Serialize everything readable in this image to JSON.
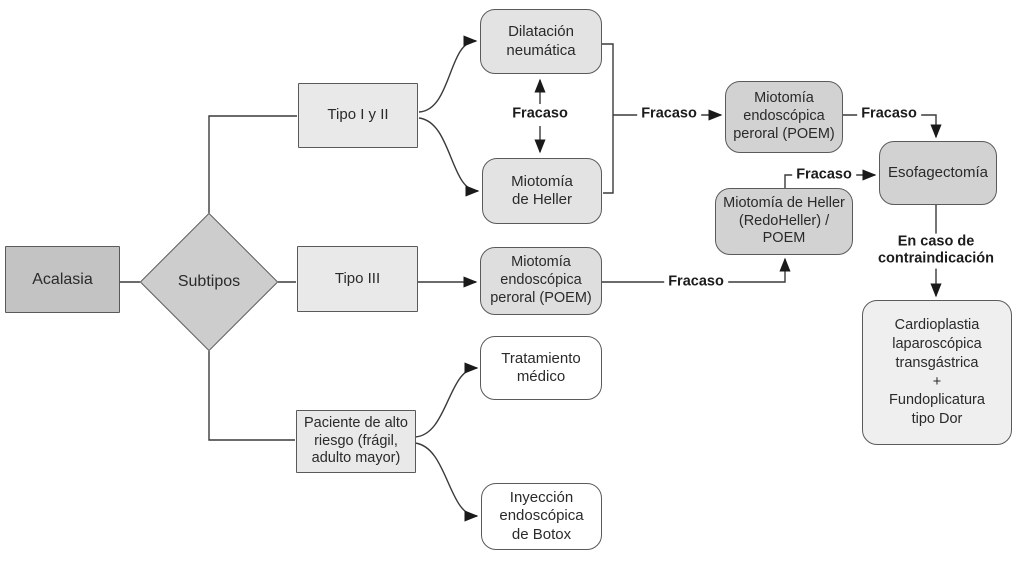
{
  "diagram": {
    "type": "flowchart",
    "language": "es",
    "topic": "Algoritmo de tratamiento de la acalasia",
    "nodes": {
      "acalasia": {
        "label": "Acalasia",
        "shape": "rectangle",
        "fill": "#c3c3c3"
      },
      "subtipos": {
        "label": "Subtipos",
        "shape": "diamond",
        "fill": "#cdcdcd"
      },
      "tipo12": {
        "label": "Tipo I y II",
        "shape": "rectangle",
        "fill": "#e9e9e9"
      },
      "tipo3": {
        "label": "Tipo III",
        "shape": "rectangle",
        "fill": "#e9e9e9"
      },
      "paciente": {
        "label": "Paciente de alto\nriesgo (frágil,\nadulto mayor)",
        "shape": "rectangle",
        "fill": "#e9e9e9"
      },
      "dilatacion": {
        "label": "Dilatación\nneumática",
        "shape": "rounded",
        "fill": "#e3e3e3"
      },
      "heller": {
        "label": "Miotomía\nde Heller",
        "shape": "rounded",
        "fill": "#e3e3e3"
      },
      "poem_top": {
        "label": "Miotomía\nendoscópica\nperoral (POEM)",
        "shape": "rounded",
        "fill": "#d2d2d2"
      },
      "esofagectomia": {
        "label": "Esofagectomía",
        "shape": "rounded",
        "fill": "#d2d2d2"
      },
      "redoheller": {
        "label": "Miotomía de Heller\n(RedoHeller) /\nPOEM",
        "shape": "rounded",
        "fill": "#d2d2d2"
      },
      "poem_tipo3": {
        "label": "Miotomía\nendoscópica\nperoral (POEM)",
        "shape": "rounded",
        "fill": "#dedede"
      },
      "tratamiento": {
        "label": "Tratamiento\nmédico",
        "shape": "rounded",
        "fill": "#ffffff"
      },
      "botox": {
        "label": "Inyección\nendoscópica\nde Botox",
        "shape": "rounded",
        "fill": "#ffffff"
      },
      "cardioplastia": {
        "label": "Cardioplastia\nlaparoscópica\ntransgástrica\n+\nFundoplicatura\ntipo Dor",
        "shape": "rounded",
        "fill": "#efefef"
      }
    },
    "edge_labels": {
      "fracaso": "Fracaso",
      "contraindicacion": "En caso de\ncontraindicación"
    },
    "colors": {
      "background": "#ffffff",
      "border": "#5a5a5a",
      "line": "#3a3a3a",
      "text": "#2a2a2a",
      "node_dark": "#c3c3c3",
      "node_mid": "#d2d2d2",
      "node_light": "#e9e9e9",
      "node_soft": "#e3e3e3",
      "node_pale": "#efefef",
      "node_white": "#ffffff"
    }
  }
}
